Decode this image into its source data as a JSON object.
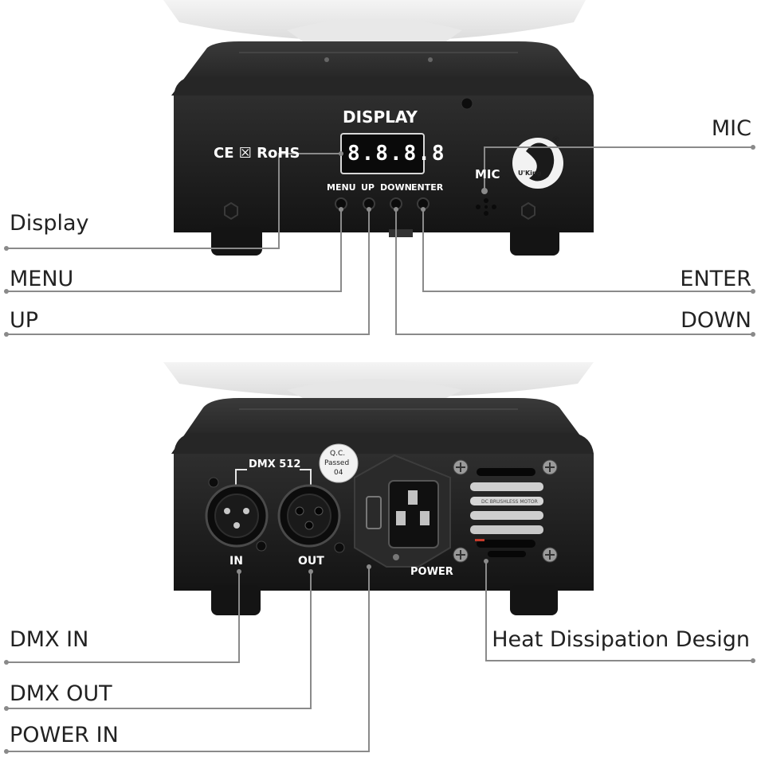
{
  "callouts": {
    "mic": "MIC",
    "display": "Display",
    "menu": "MENU",
    "enter": "ENTER",
    "up": "UP",
    "down": "DOWN",
    "dmx_in": "DMX IN",
    "heat": "Heat Dissipation Design",
    "dmx_out": "DMX OUT",
    "power_in": "POWER IN"
  },
  "top_panel": {
    "display_label": "DISPLAY",
    "segment_readout": "8.8.8.8",
    "cert_marks": "CE ☒ RoHS",
    "mic_label": "MIC",
    "buttons": [
      "MENU",
      "UP",
      "DOWN",
      "ENTER"
    ],
    "logo_text": "U'King",
    "registered": "®"
  },
  "bottom_panel": {
    "dmx_label": "DMX 512",
    "qc_line1": "Q.C.",
    "qc_line2": "Passed",
    "qc_line3": "04",
    "in_label": "IN",
    "out_label": "OUT",
    "power_label": "POWER",
    "fan_sticker": "DC BRUSHLESS MOTOR"
  },
  "colors": {
    "body": "#1c1c1c",
    "line": "#8a8a8a",
    "text": "#222222"
  }
}
